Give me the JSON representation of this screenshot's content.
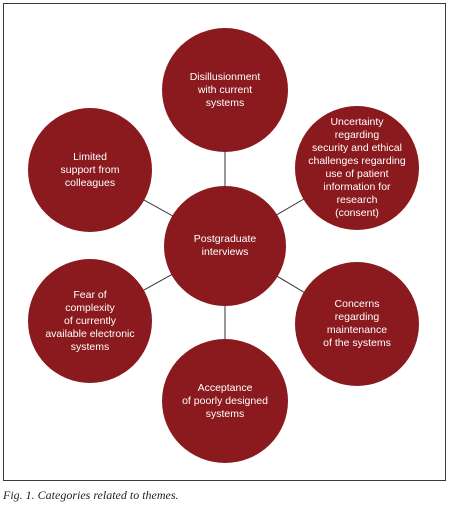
{
  "diagram": {
    "center": {
      "label": "Postgraduate\ninterviews"
    },
    "nodes": [
      {
        "label": "Disillusionment\nwith current\nsystems"
      },
      {
        "label": "Uncertainty\nregarding\nsecurity and ethical\nchallenges regarding\nuse of patient\ninformation for\nresearch\n(consent)"
      },
      {
        "label": "Concerns\nregarding\nmaintenance\nof the systems"
      },
      {
        "label": "Acceptance\nof poorly designed\nsystems"
      },
      {
        "label": "Fear of\ncomplexity\nof currently\navailable electronic\nsystems"
      },
      {
        "label": "Limited\nsupport from\ncolleagues"
      }
    ],
    "colors": {
      "circle": "#8b1a1f",
      "connector": "#333333",
      "text": "#ffffff"
    }
  },
  "caption": "Fig. 1. Categories related to themes."
}
